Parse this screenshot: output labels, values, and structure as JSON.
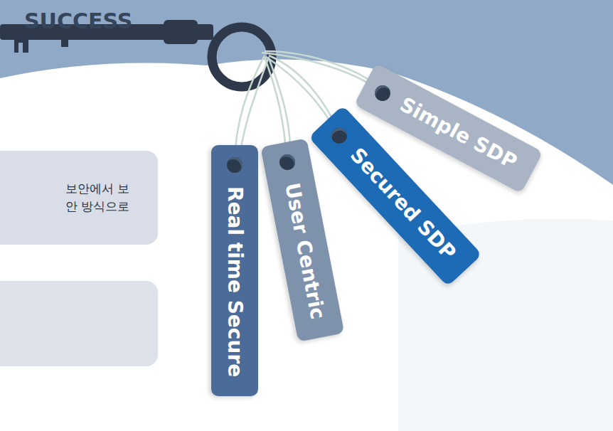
{
  "diagram": {
    "nodes": [
      {
        "text": [
          "보안에서 보안 방식으로"
        ]
      },
      {
        "text": [
          "Real time Secure"
        ]
      },
      {
        "text": [
          "User Centric"
        ]
      },
      {
        "text": [
          "Secured SDP"
        ]
      },
      {
        "text": [
          "Simple SDP"
        ]
      }
    ],
    "labels": [
      "SUCCESS"
    ]
  }
}
